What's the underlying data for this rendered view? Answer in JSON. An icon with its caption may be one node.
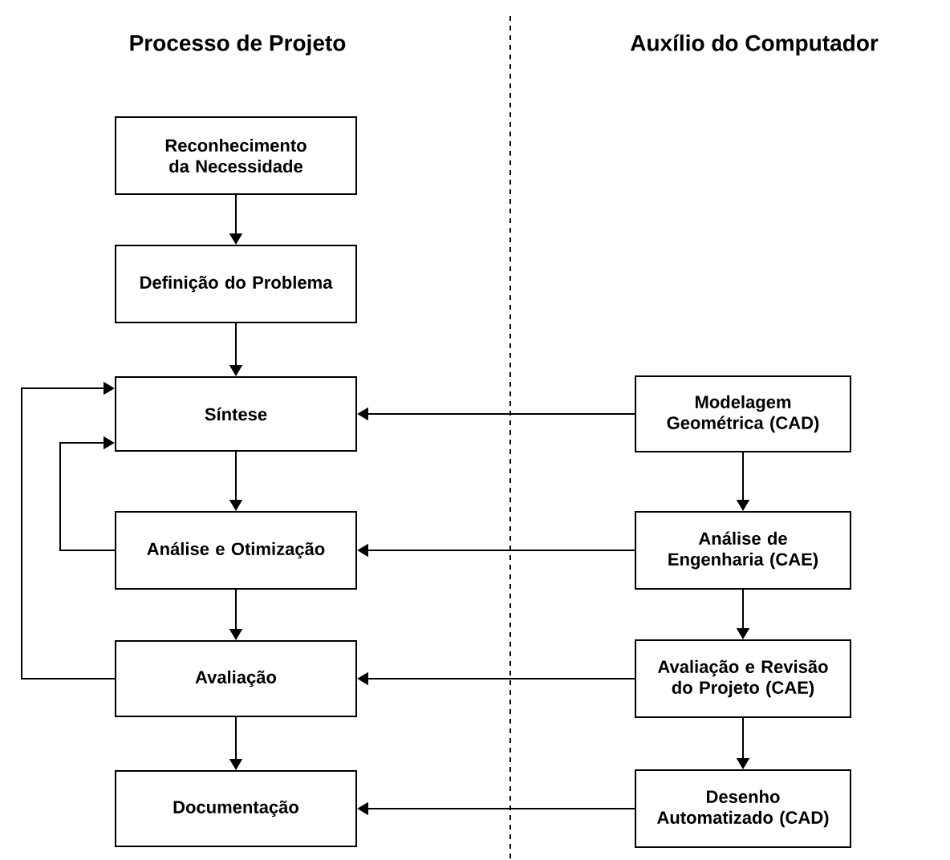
{
  "diagram": {
    "nodes": [
      {
        "text": [
          "Reconhecimento da Necessidade"
        ]
      },
      {
        "text": [
          "Definição do Problema"
        ]
      },
      {
        "text": [
          "Síntese"
        ]
      },
      {
        "text": [
          "Análise e Otimização"
        ]
      },
      {
        "text": [
          "Avaliação"
        ]
      },
      {
        "text": [
          "Documentação"
        ]
      },
      {
        "text": [
          "Modelagem Geométrica (CAD)"
        ]
      },
      {
        "text": [
          "Análise de Engenharia (CAE)"
        ]
      },
      {
        "text": [
          "Avaliação e Revisão do Projeto (CAE)"
        ]
      },
      {
        "text": [
          "Desenho Automatizado (CAD)"
        ]
      }
    ],
    "edges": [
      {
        "from": 0,
        "to": 1,
        "arrow": "to"
      },
      {
        "from": 1,
        "to": 2,
        "arrow": "to"
      },
      {
        "from": 2,
        "to": 3,
        "arrow": "to"
      },
      {
        "from": 3,
        "to": 4,
        "arrow": "to"
      },
      {
        "from": 4,
        "to": 5,
        "arrow": "to"
      },
      {
        "from": 6,
        "to": 7,
        "arrow": "to"
      },
      {
        "from": 7,
        "to": 8,
        "arrow": "to"
      },
      {
        "from": 8,
        "to": 9,
        "arrow": "to"
      },
      {
        "from": 6,
        "to": 2,
        "arrow": "to"
      },
      {
        "from": 7,
        "to": 3,
        "arrow": "to"
      },
      {
        "from": 8,
        "to": 4,
        "arrow": "to"
      },
      {
        "from": 9,
        "to": 5,
        "arrow": "to"
      },
      {
        "from": 3,
        "to": 2,
        "arrow": "to"
      },
      {
        "from": 4,
        "to": 2,
        "arrow": "to"
      }
    ],
    "labels": [
      "Processo de Projeto",
      "Auxílio do Computador"
    ]
  }
}
